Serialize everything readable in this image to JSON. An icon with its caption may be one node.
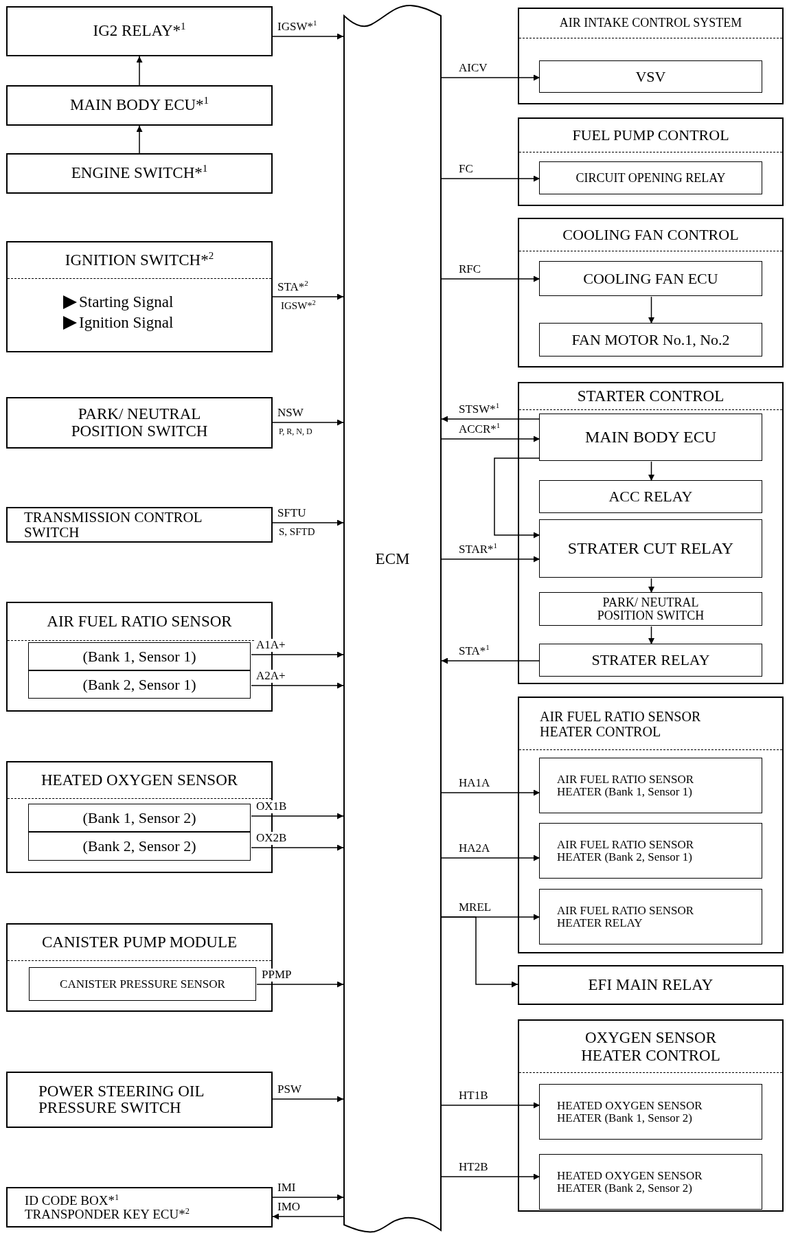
{
  "diagram": {
    "nodes": [
      {
        "text": [
          "IG2 RELAY*$^{1}$"
        ]
      },
      {
        "text": [
          "MAIN BODY ECU*$^{1}$"
        ]
      },
      {
        "text": [
          "ENGINE SWITCH*$^{1}$"
        ]
      },
      {
        "text": [
          "IGNITION SWITCH*$^{2}$",
          "Starting Signal",
          "Ignition Signal"
        ]
      },
      {
        "text": [
          "PARK/ NEUTRAL POSITION SWITCH"
        ]
      },
      {
        "text": [
          "TRANSMISSION CONTROL SWITCH"
        ]
      },
      {
        "text": [
          "AIR FUEL RATIO SENSOR"
        ]
      },
      {
        "text": [
          "(Bank 1, Sensor 1)"
        ],
        "in": 6
      },
      {
        "text": [
          "(Bank 2, Sensor 1)"
        ],
        "in": 6
      },
      {
        "text": [
          "HEATED OXYGEN SENSOR"
        ]
      },
      {
        "text": [
          "(Bank 1, Sensor 2)"
        ],
        "in": 9
      },
      {
        "text": [
          "(Bank 2, Sensor 2)"
        ],
        "in": 9
      },
      {
        "text": [
          "CANISTER PUMP MODULE"
        ]
      },
      {
        "text": [
          "CANISTER PRESSURE SENSOR"
        ],
        "in": 12
      },
      {
        "text": [
          "POWER STEERING OIL PRESSURE SWITCH"
        ]
      },
      {
        "text": [
          "ID CODE BOX*$^{1}$",
          "TRANSPONDER KEY ECU*$^{2}$"
        ]
      },
      {
        "text": [
          "ECM"
        ]
      },
      {
        "text": [
          "AIR INTAKE CONTROL SYSTEM"
        ]
      },
      {
        "text": [
          "VSV"
        ],
        "in": 17
      },
      {
        "text": [
          "FUEL PUMP CONTROL"
        ]
      },
      {
        "text": [
          "CIRCUIT OPENING RELAY"
        ],
        "in": 19
      },
      {
        "text": [
          "COOLING FAN CONTROL"
        ]
      },
      {
        "text": [
          "COOLING FAN ECU"
        ],
        "in": 21
      },
      {
        "text": [
          "FAN MOTOR No.1, No.2"
        ],
        "in": 21
      },
      {
        "text": [
          "STARTER CONTROL"
        ]
      },
      {
        "text": [
          "MAIN BODY ECU"
        ],
        "in": 24
      },
      {
        "text": [
          "ACC RELAY"
        ],
        "in": 24
      },
      {
        "text": [
          "STRATER CUT RELAY"
        ],
        "in": 24
      },
      {
        "text": [
          "PARK/ NEUTRAL POSITION SWITCH"
        ],
        "in": 24
      },
      {
        "text": [
          "STRATER RELAY"
        ],
        "in": 24
      },
      {
        "text": [
          "AIR FUEL RATIO SENSOR HEATER CONTROL"
        ]
      },
      {
        "text": [
          "AIR FUEL RATIO SENSOR HEATER (Bank 1, Sensor 1)"
        ],
        "in": 30
      },
      {
        "text": [
          "AIR FUEL RATIO SENSOR HEATER (Bank 2, Sensor 1)"
        ],
        "in": 30
      },
      {
        "text": [
          "AIR FUEL RATIO SENSOR HEATER RELAY"
        ],
        "in": 30
      },
      {
        "text": [
          "EFI MAIN RELAY"
        ]
      },
      {
        "text": [
          "OXYGEN SENSOR HEATER CONTROL"
        ]
      },
      {
        "text": [
          "HEATED OXYGEN SENSOR HEATER (Bank 1, Sensor 2)"
        ],
        "in": 35
      },
      {
        "text": [
          "HEATED OXYGEN SENSOR HEATER (Bank 2, Sensor 2)"
        ],
        "in": 35
      }
    ],
    "edges": [
      {
        "from": 0,
        "to": 16,
        "arrow": "to",
        "label": "IGSW*$^{1}$"
      },
      {
        "from": 1,
        "to": 0,
        "arrow": "to"
      },
      {
        "from": 2,
        "to": 1,
        "arrow": "to"
      },
      {
        "from": 3,
        "to": 16,
        "arrow": "to",
        "label": "STA*$^{2}$"
      },
      {
        "from": 4,
        "to": 16,
        "arrow": "to",
        "label": "NSW"
      },
      {
        "from": 5,
        "to": 16,
        "arrow": "to",
        "label": "SFTU"
      },
      {
        "from": 7,
        "to": 16,
        "arrow": "to",
        "label": "A1A+"
      },
      {
        "from": 8,
        "to": 16,
        "arrow": "to",
        "label": "A2A+"
      },
      {
        "from": 10,
        "to": 16,
        "arrow": "to",
        "label": "OX1B"
      },
      {
        "from": 11,
        "to": 16,
        "arrow": "to",
        "label": "OX2B"
      },
      {
        "from": 13,
        "to": 16,
        "arrow": "to",
        "label": "PPMP"
      },
      {
        "from": 14,
        "to": 16,
        "arrow": "to",
        "label": "PSW"
      },
      {
        "from": 15,
        "to": 16,
        "arrow": "to",
        "label": "IMI"
      },
      {
        "from": 16,
        "to": 15,
        "arrow": "to",
        "label": "IMO"
      },
      {
        "from": 16,
        "to": 18,
        "arrow": "to",
        "label": "AICV"
      },
      {
        "from": 16,
        "to": 20,
        "arrow": "to",
        "label": "FC"
      },
      {
        "from": 16,
        "to": 22,
        "arrow": "to",
        "label": "RFC"
      },
      {
        "from": 22,
        "to": 23,
        "arrow": "to"
      },
      {
        "from": 25,
        "to": 16,
        "arrow": "to",
        "label": "STSW*$^{1}$"
      },
      {
        "from": 16,
        "to": 25,
        "arrow": "to",
        "label": "ACCR*$^{1}$"
      },
      {
        "from": 25,
        "to": 26,
        "arrow": "to"
      },
      {
        "from": 25,
        "to": 27,
        "arrow": "to"
      },
      {
        "from": 16,
        "to": 27,
        "arrow": "to",
        "label": "STAR*$^{1}$"
      },
      {
        "from": 27,
        "to": 28,
        "arrow": "to"
      },
      {
        "from": 28,
        "to": 29,
        "arrow": "to"
      },
      {
        "from": 29,
        "to": 16,
        "arrow": "to",
        "label": "STA*$^{1}$"
      },
      {
        "from": 16,
        "to": 31,
        "arrow": "to",
        "label": "HA1A"
      },
      {
        "from": 16,
        "to": 32,
        "arrow": "to",
        "label": "HA2A"
      },
      {
        "from": 16,
        "to": 33,
        "arrow": "to",
        "label": "MREL"
      },
      {
        "from": 16,
        "to": 34,
        "arrow": "to"
      },
      {
        "from": 16,
        "to": 36,
        "arrow": "to",
        "label": "HT1B"
      },
      {
        "from": 16,
        "to": 37,
        "arrow": "to",
        "label": "HT2B"
      }
    ],
    "labels": [
      "IGSW*$^{2}$",
      "P, R, N, D",
      "S, SFTD"
    ]
  }
}
